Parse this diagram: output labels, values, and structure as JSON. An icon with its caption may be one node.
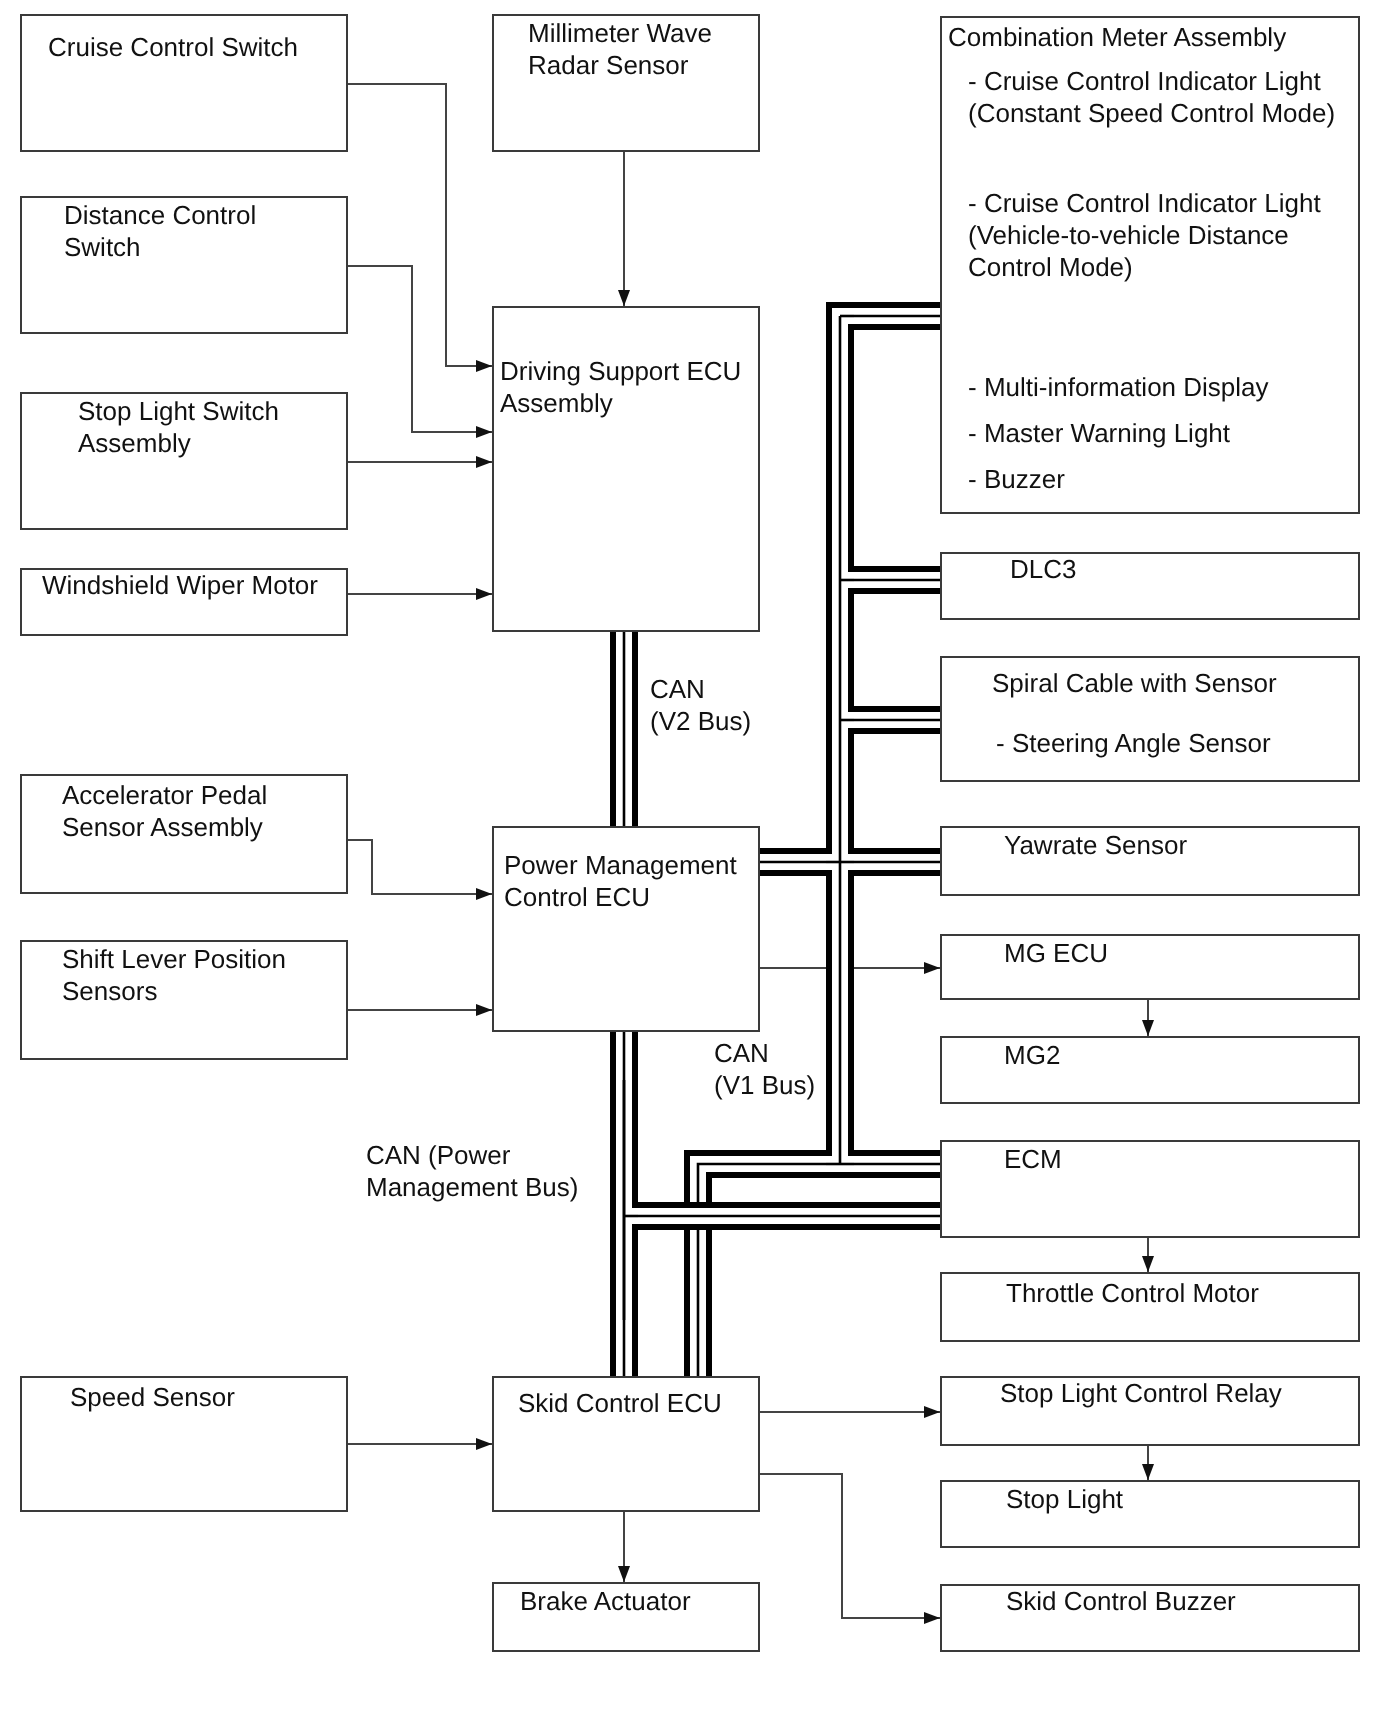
{
  "diagram": {
    "nodes": [
      {
        "text": [
          "Cruise Control Switch"
        ]
      },
      {
        "text": [
          "Millimeter Wave Radar Sensor"
        ]
      },
      {
        "text": [
          "Combination Meter Assembly",
          "- Cruise Control Indicator Light (Constant Speed Control Mode)",
          "- Cruise Control Indicator Light (Vehicle-to-vehicle Distance Control Mode)",
          "- Multi-information Display",
          "- Master Warning Light",
          "- Buzzer"
        ]
      },
      {
        "text": [
          "Distance Control Switch"
        ]
      },
      {
        "text": [
          "Driving Support ECU Assembly"
        ]
      },
      {
        "text": [
          "Stop Light Switch Assembly"
        ]
      },
      {
        "text": [
          "DLC3"
        ]
      },
      {
        "text": [
          "Windshield Wiper Motor"
        ]
      },
      {
        "text": [
          "Spiral Cable with Sensor",
          "- Steering Angle Sensor"
        ]
      },
      {
        "text": [
          "Accelerator Pedal Sensor Assembly"
        ]
      },
      {
        "text": [
          "Power Management Control ECU"
        ]
      },
      {
        "text": [
          "Yawrate Sensor"
        ]
      },
      {
        "text": [
          "Shift Lever Position Sensors"
        ]
      },
      {
        "text": [
          "MG ECU"
        ]
      },
      {
        "text": [
          "MG2"
        ]
      },
      {
        "text": [
          "ECM"
        ]
      },
      {
        "text": [
          "Throttle Control Motor"
        ]
      },
      {
        "text": [
          "Speed Sensor"
        ]
      },
      {
        "text": [
          "Skid Control ECU"
        ]
      },
      {
        "text": [
          "Stop Light Control Relay"
        ]
      },
      {
        "text": [
          "Stop Light"
        ]
      },
      {
        "text": [
          "Brake Actuator"
        ]
      },
      {
        "text": [
          "Skid Control Buzzer"
        ]
      },
      {
        "text": [],
        "shape": "bar",
        "beside": [
          "CAN (V1 Bus)"
        ]
      },
      {
        "text": [],
        "shape": "bar",
        "beside": [
          "CAN (Power Management Bus)"
        ]
      }
    ],
    "edges": [
      {
        "from": 0,
        "to": 4,
        "arrow": "to"
      },
      {
        "from": 1,
        "to": 4,
        "arrow": "to"
      },
      {
        "from": 3,
        "to": 4,
        "arrow": "to"
      },
      {
        "from": 5,
        "to": 4,
        "arrow": "to"
      },
      {
        "from": 7,
        "to": 4,
        "arrow": "to"
      },
      {
        "from": 4,
        "to": 10,
        "arrow": "none",
        "style": "thick",
        "label": "CAN (V2 Bus)"
      },
      {
        "from": 10,
        "to": 23,
        "arrow": "none",
        "style": "thick"
      },
      {
        "from": 23,
        "to": 2,
        "arrow": "none",
        "style": "thick"
      },
      {
        "from": 23,
        "to": 6,
        "arrow": "none",
        "style": "thick"
      },
      {
        "from": 23,
        "to": 8,
        "arrow": "none",
        "style": "thick"
      },
      {
        "from": 23,
        "to": 11,
        "arrow": "none",
        "style": "thick"
      },
      {
        "from": 23,
        "to": 15,
        "arrow": "none",
        "style": "thick"
      },
      {
        "from": 23,
        "to": 18,
        "arrow": "none",
        "style": "thick"
      },
      {
        "from": 10,
        "to": 24,
        "arrow": "none",
        "style": "thick"
      },
      {
        "from": 24,
        "to": 15,
        "arrow": "none",
        "style": "thick"
      },
      {
        "from": 24,
        "to": 18,
        "arrow": "none",
        "style": "thick"
      },
      {
        "from": 9,
        "to": 10,
        "arrow": "to"
      },
      {
        "from": 12,
        "to": 10,
        "arrow": "to"
      },
      {
        "from": 10,
        "to": 13,
        "arrow": "to"
      },
      {
        "from": 13,
        "to": 14,
        "arrow": "to"
      },
      {
        "from": 15,
        "to": 16,
        "arrow": "to"
      },
      {
        "from": 17,
        "to": 18,
        "arrow": "to"
      },
      {
        "from": 18,
        "to": 19,
        "arrow": "to"
      },
      {
        "from": 19,
        "to": 20,
        "arrow": "to"
      },
      {
        "from": 18,
        "to": 21,
        "arrow": "to"
      },
      {
        "from": 18,
        "to": 22,
        "arrow": "to"
      }
    ]
  }
}
